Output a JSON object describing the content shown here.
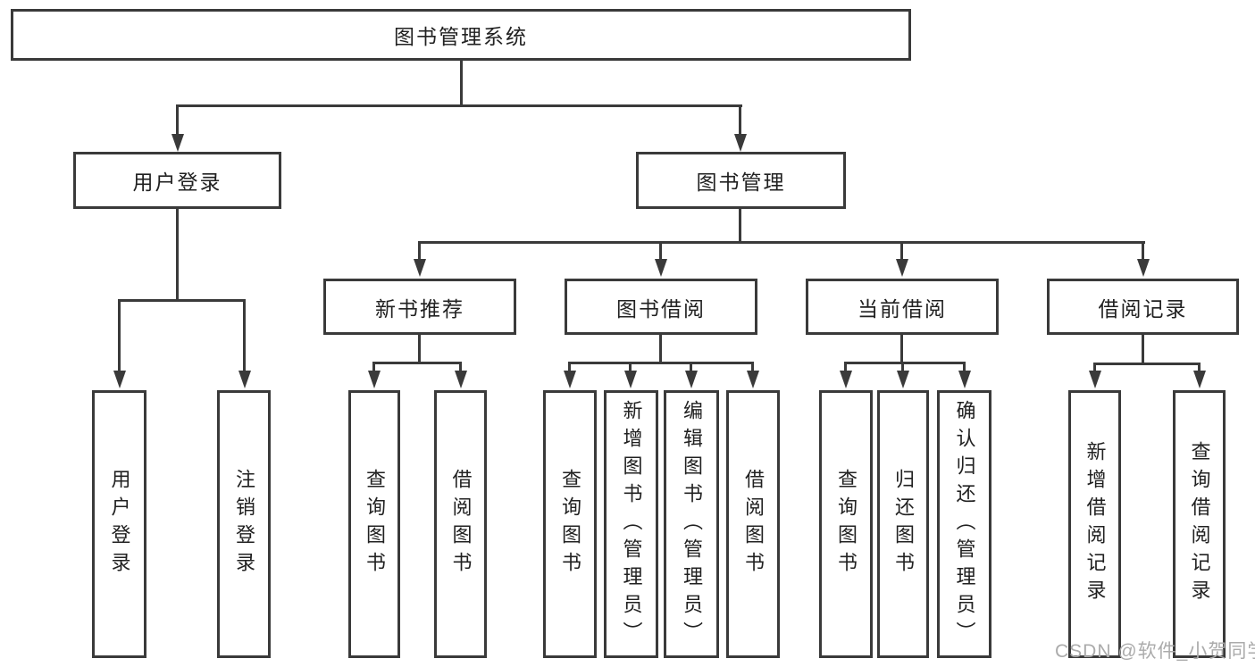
{
  "diagram": {
    "root": {
      "label": "图书管理系统",
      "children": [
        {
          "label": "用户登录",
          "children": [
            {
              "label": "用户登录"
            },
            {
              "label": "注销登录"
            }
          ]
        },
        {
          "label": "图书管理",
          "children": [
            {
              "label": "新书推荐",
              "children": [
                {
                  "label": "查询图书"
                },
                {
                  "label": "借阅图书"
                }
              ]
            },
            {
              "label": "图书借阅",
              "children": [
                {
                  "label": "查询图书"
                },
                {
                  "label": "新增图书（管理员）"
                },
                {
                  "label": "编辑图书（管理员）"
                },
                {
                  "label": "借阅图书"
                }
              ]
            },
            {
              "label": "当前借阅",
              "children": [
                {
                  "label": "查询图书"
                },
                {
                  "label": "归还图书"
                },
                {
                  "label": "确认归还（管理员）"
                }
              ]
            },
            {
              "label": "借阅记录",
              "children": [
                {
                  "label": "新增借阅记录"
                },
                {
                  "label": "查询借阅记录"
                }
              ]
            }
          ]
        }
      ]
    },
    "watermark": "CSDN @软件_小贺同学",
    "colors": {
      "line": "#3a3a3a",
      "box_border": "#3a3a3a",
      "text": "#212121",
      "watermark": "#ababab",
      "background": "#ffffff"
    }
  }
}
